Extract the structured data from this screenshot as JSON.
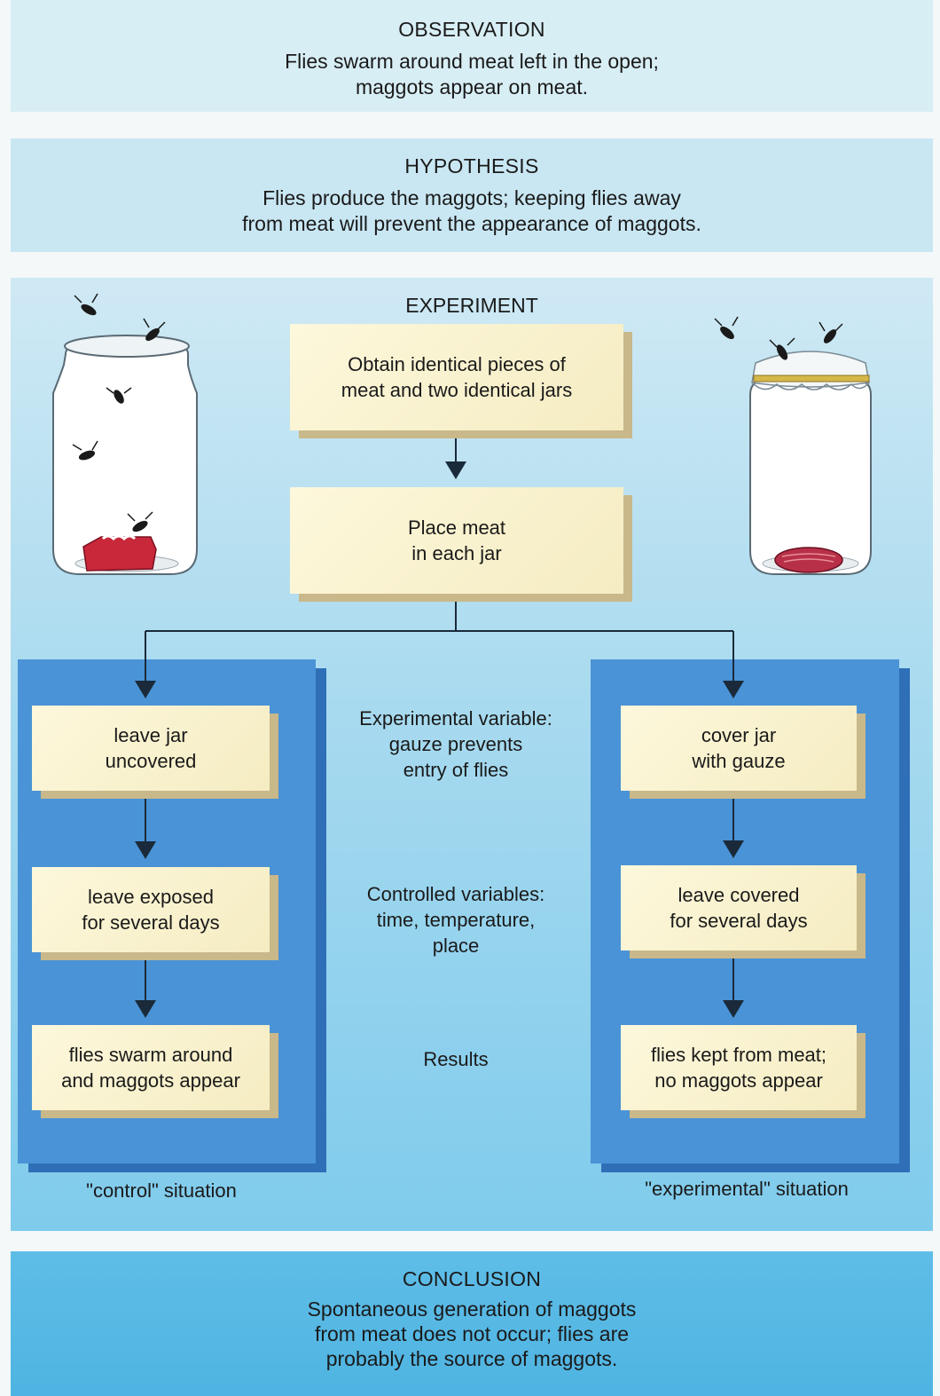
{
  "observation": {
    "title": "OBSERVATION",
    "line1": "Flies swarm around meat left in the open;",
    "line2": "maggots appear on meat."
  },
  "hypothesis": {
    "title": "HYPOTHESIS",
    "line1": "Flies produce the maggots; keeping flies away",
    "line2": "from meat will prevent the appearance of maggots."
  },
  "experiment": {
    "title": "EXPERIMENT",
    "step1": {
      "line1": "Obtain identical pieces of",
      "line2": "meat and two identical jars"
    },
    "step2": {
      "line1": "Place meat",
      "line2": "in each jar"
    },
    "left": {
      "box1": {
        "line1": "leave jar",
        "line2": "uncovered"
      },
      "box2": {
        "line1": "leave exposed",
        "line2": "for several days"
      },
      "box3": {
        "line1": "flies swarm around",
        "line2": "and maggots appear"
      },
      "situation": "\"control\" situation"
    },
    "right": {
      "box1": {
        "line1": "cover jar",
        "line2": "with gauze"
      },
      "box2": {
        "line1": "leave covered",
        "line2": "for several days"
      },
      "box3": {
        "line1": "flies kept from meat;",
        "line2": "no maggots appear"
      },
      "situation": "\"experimental\" situation"
    },
    "middle": {
      "experimental_variable": {
        "line1": "Experimental variable:",
        "line2": "gauze prevents",
        "line3": "entry of flies"
      },
      "controlled_variables": {
        "line1": "Controlled variables:",
        "line2": "time, temperature,",
        "line3": "place"
      },
      "results": "Results"
    }
  },
  "conclusion": {
    "title": "CONCLUSION",
    "line1": "Spontaneous generation of maggots",
    "line2": "from meat does not occur; flies are",
    "line3": "probably the source of maggots."
  },
  "colors": {
    "box_fill": "#fdf8dc",
    "panel_blue": "#4a93d6",
    "meat_red": "#c8283a"
  }
}
